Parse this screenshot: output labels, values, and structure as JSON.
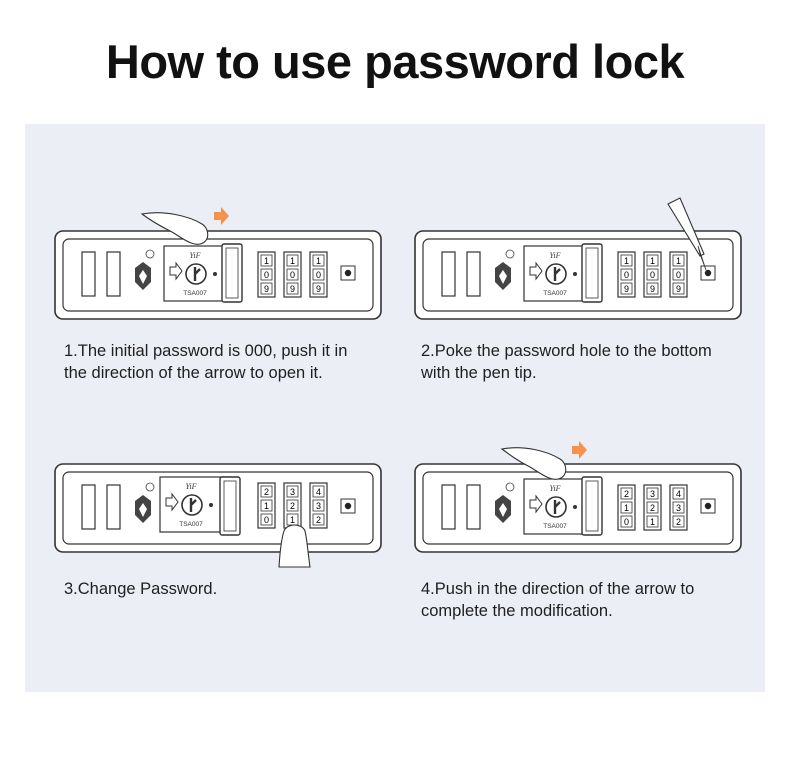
{
  "title": "How to use password lock",
  "lock_brand": "YiF",
  "lock_model": "TSA007",
  "steps": [
    {
      "caption_line1": "1.The initial password is 000, push it in",
      "caption_line2": "the direction of the arrow to open it.",
      "digits": [
        [
          "1",
          "0",
          "9"
        ],
        [
          "1",
          "0",
          "9"
        ],
        [
          "1",
          "0",
          "9"
        ]
      ]
    },
    {
      "caption_line1": "2.Poke the password hole to the bottom",
      "caption_line2": "with the pen tip.",
      "digits": [
        [
          "1",
          "0",
          "9"
        ],
        [
          "1",
          "0",
          "9"
        ],
        [
          "1",
          "0",
          "9"
        ]
      ]
    },
    {
      "caption_line1": "3.Change Password.",
      "caption_line2": "",
      "digits": [
        [
          "2",
          "1",
          "0"
        ],
        [
          "3",
          "2",
          "1"
        ],
        [
          "4",
          "3",
          "2"
        ]
      ]
    },
    {
      "caption_line1": "4.Push in the direction of the arrow to",
      "caption_line2": "complete the modification.",
      "digits": [
        [
          "2",
          "1",
          "0"
        ],
        [
          "3",
          "2",
          "1"
        ],
        [
          "4",
          "3",
          "2"
        ]
      ]
    }
  ],
  "colors": {
    "panel": "#eceef5",
    "arrow": "#f5924e",
    "stroke": "#333333"
  },
  "icons": [
    "push-arrow-icon",
    "tsa-shield-icon",
    "finger-icon",
    "pen-icon"
  ]
}
